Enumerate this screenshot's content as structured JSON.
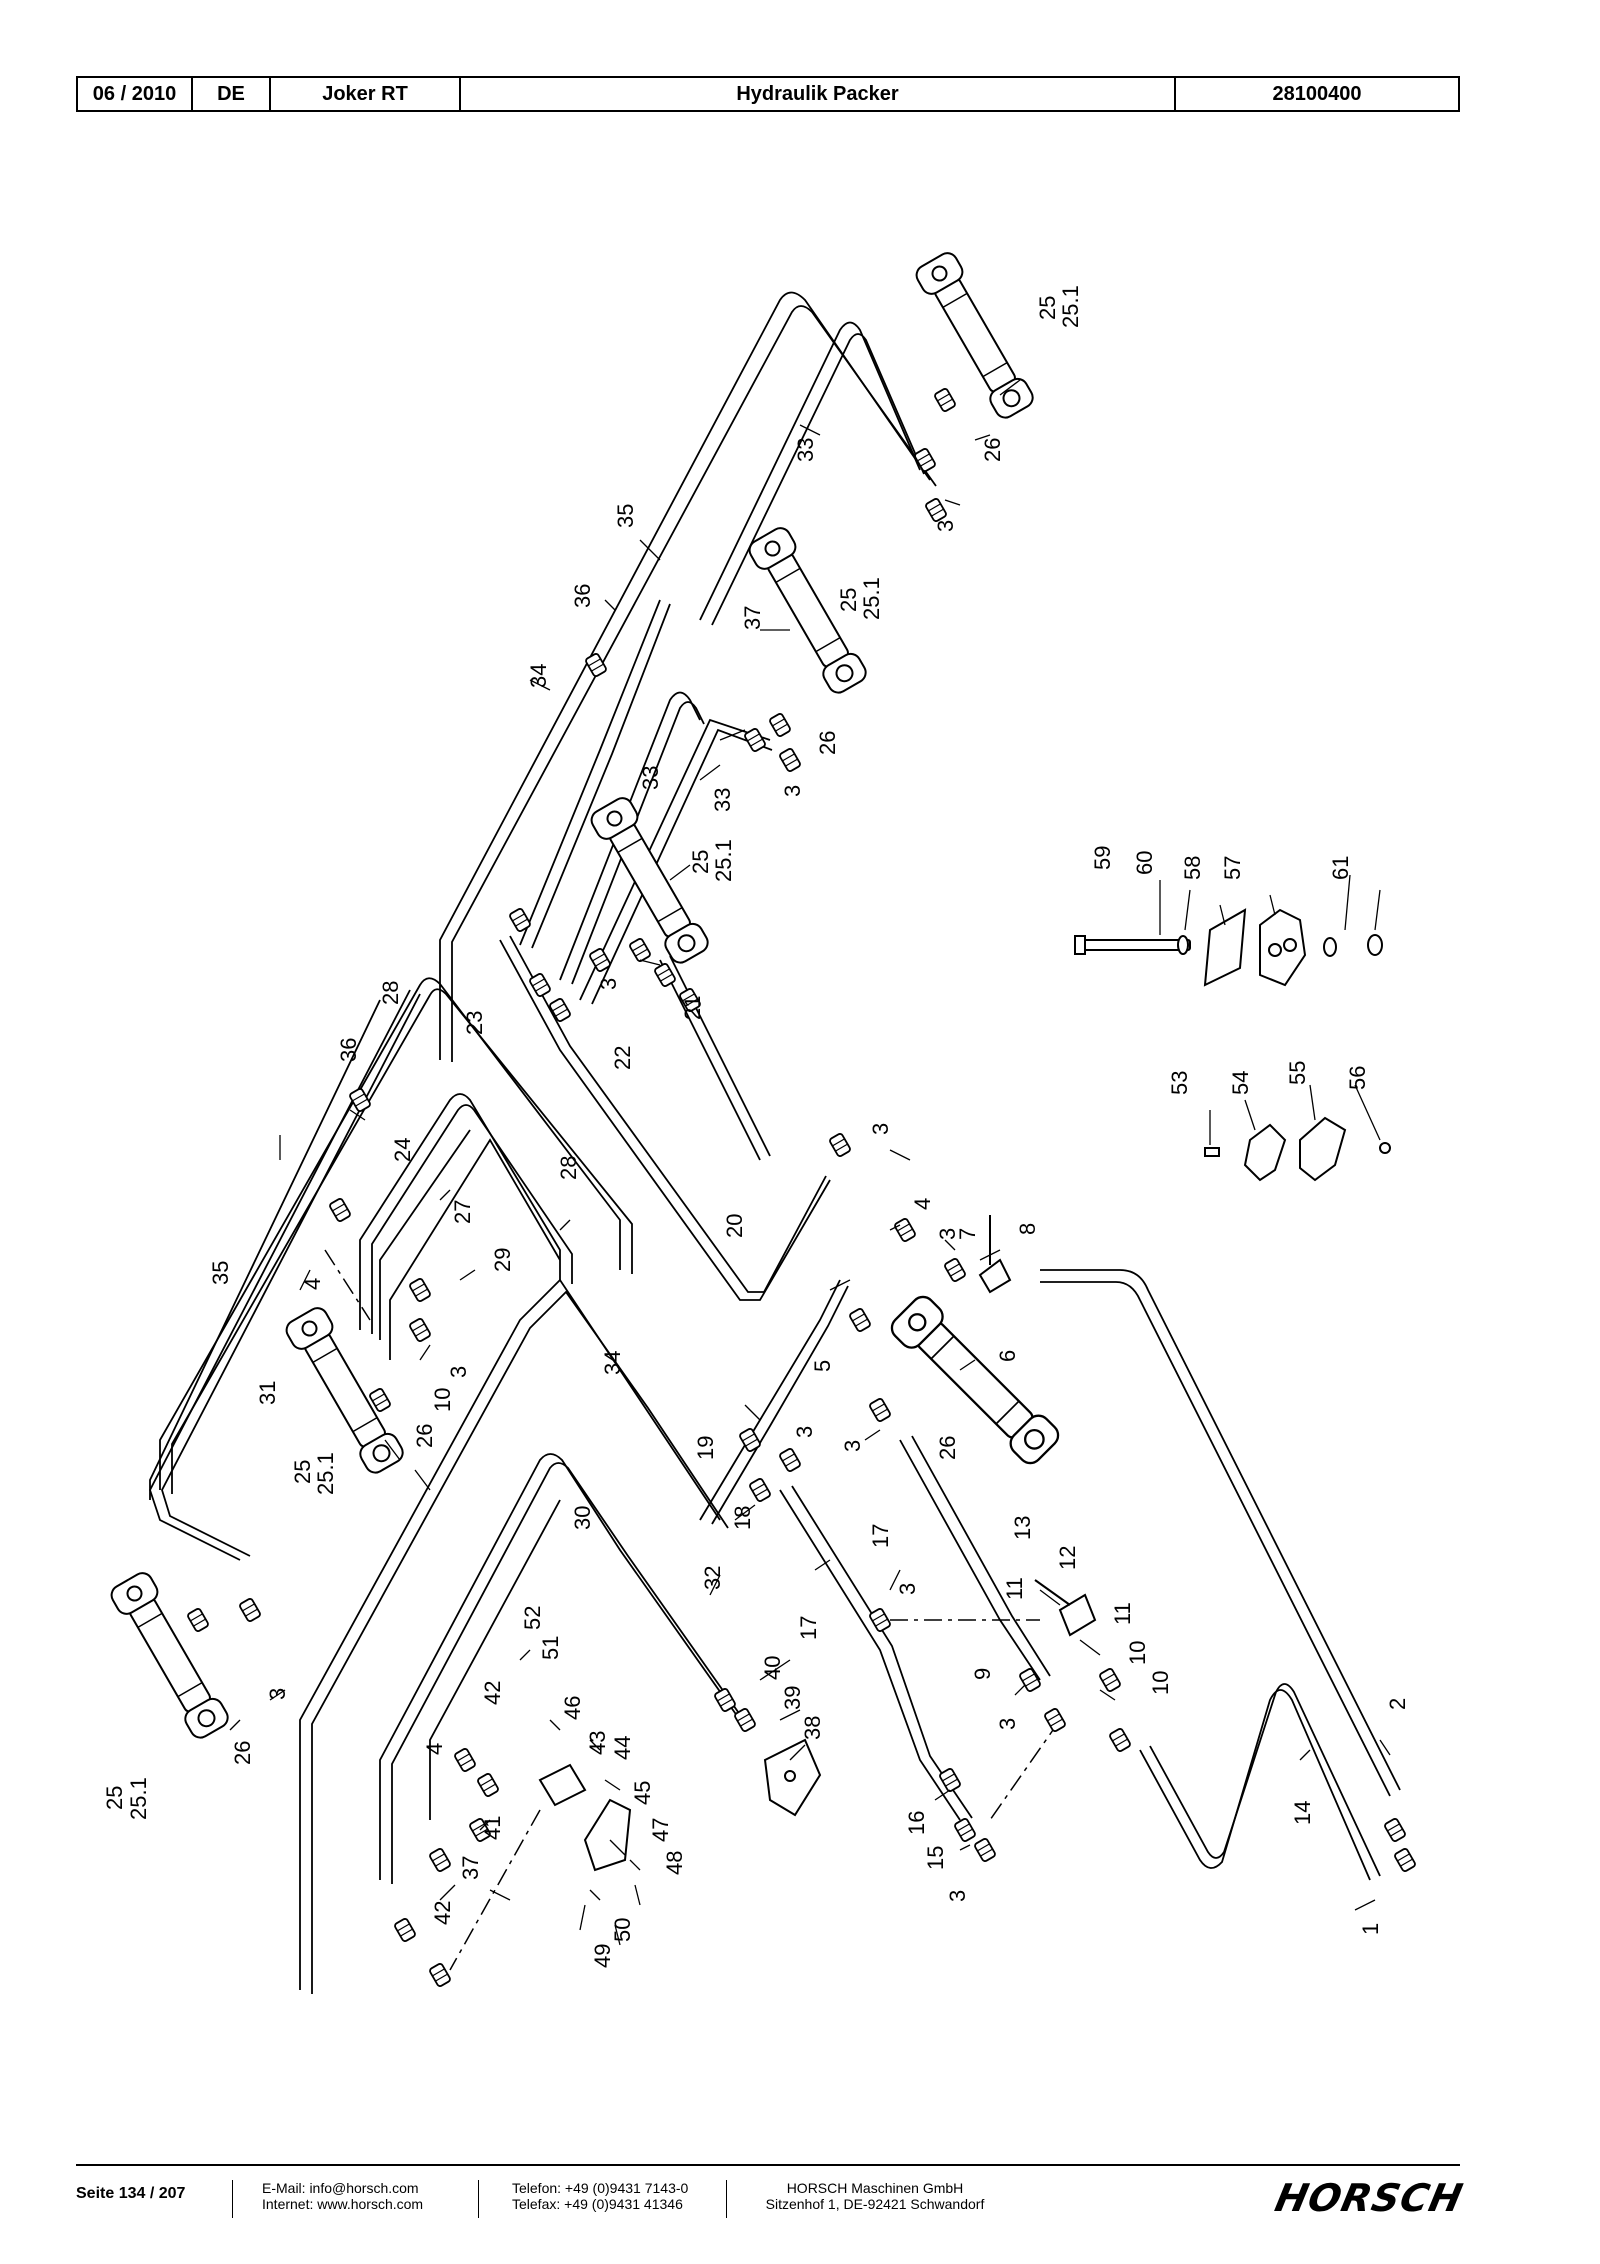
{
  "header": {
    "date": "06 / 2010",
    "lang": "DE",
    "model": "Joker RT",
    "title": "Hydraulik Packer",
    "number": "28100400"
  },
  "labels": {
    "l25a": "25",
    "l251a": "25.1",
    "l26a": "26",
    "l3a": "3",
    "l33a": "33",
    "l35a": "35",
    "l36a": "36",
    "l34a": "34",
    "l37a": "37",
    "l25b": "25",
    "l251b": "25.1",
    "l26b": "26",
    "l3b": "3",
    "l33b": "33",
    "l33c": "33",
    "l25c": "25",
    "l251c": "25.1",
    "l3c": "3",
    "l21": "21",
    "l22": "22",
    "l28a": "28",
    "l23": "23",
    "l36b": "36",
    "l24": "24",
    "l27": "27",
    "l28b": "28",
    "l29": "29",
    "l20": "20",
    "l35b": "35",
    "l4a": "4",
    "l31": "31",
    "l3d": "3",
    "l10a": "10",
    "l26c": "26",
    "l25d": "25",
    "l251d": "25.1",
    "l34b": "34",
    "l59": "59",
    "l60": "60",
    "l58": "58",
    "l57": "57",
    "l61": "61",
    "l53": "53",
    "l54": "54",
    "l55": "55",
    "l56": "56",
    "l3e": "3",
    "l4b": "4",
    "l3f": "3",
    "l7": "7",
    "l8": "8",
    "l5": "5",
    "l6": "6",
    "l3g": "3",
    "l26d": "26",
    "l19": "19",
    "l3h": "3",
    "l18": "18",
    "l30": "30",
    "l17a": "17",
    "l17b": "17",
    "l3i": "3",
    "l32": "32",
    "l13": "13",
    "l12": "12",
    "l11a": "11",
    "l11b": "11",
    "l10b": "10",
    "l10c": "10",
    "l9": "9",
    "l3j": "3",
    "l52": "52",
    "l51": "51",
    "l42a": "42",
    "l46": "46",
    "l40": "40",
    "l39": "39",
    "l38": "38",
    "l4c": "4",
    "l43": "43",
    "l44": "44",
    "l45": "45",
    "l41": "41",
    "l37b": "37",
    "l47": "47",
    "l48": "48",
    "l42b": "42",
    "l50": "50",
    "l49": "49",
    "l16": "16",
    "l15": "15",
    "l3k": "3",
    "l14": "14",
    "l2": "2",
    "l1": "1",
    "l25e": "25",
    "l251e": "25.1",
    "l26e": "26",
    "l3l": "3"
  },
  "footer": {
    "page": "Seite 134 / 207",
    "email": "E-Mail: info@horsch.com",
    "internet": "Internet: www.horsch.com",
    "phone": "Telefon: +49 (0)9431 7143-0",
    "fax": "Telefax: +49 (0)9431 41346",
    "company": "HORSCH Maschinen GmbH",
    "address": "Sitzenhof 1, DE-92421 Schwandorf",
    "logo": "HORSCH"
  }
}
